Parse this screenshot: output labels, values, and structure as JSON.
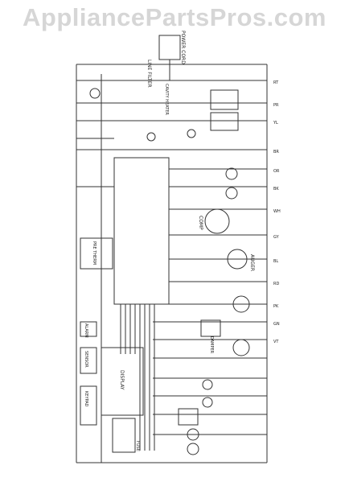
{
  "watermark": "AppliancePartsPros.com",
  "blocks": {
    "display": "DISPLAY",
    "alarm": "ALARM",
    "sensor": "SENSOR",
    "keypad": "KEYPAD",
    "pre_therm": "PRE THERM",
    "fuse": "FUSE",
    "line_filter": "LINE FILTER",
    "power_cord": "POWER CORD",
    "comp": "COMP",
    "auger": "AUGER",
    "damper": "DAMPER"
  },
  "wire_labels": {
    "top_wire": "CAVITY HEATER",
    "rt_top": "RT",
    "pr": "PR",
    "yl": "YL",
    "br": "BR",
    "or": "OR",
    "bk": "BK",
    "wh": "WH",
    "gy": "GY",
    "bl": "BL",
    "rd": "RD",
    "pk": "PK",
    "gn": "GN",
    "vt": "VT"
  }
}
